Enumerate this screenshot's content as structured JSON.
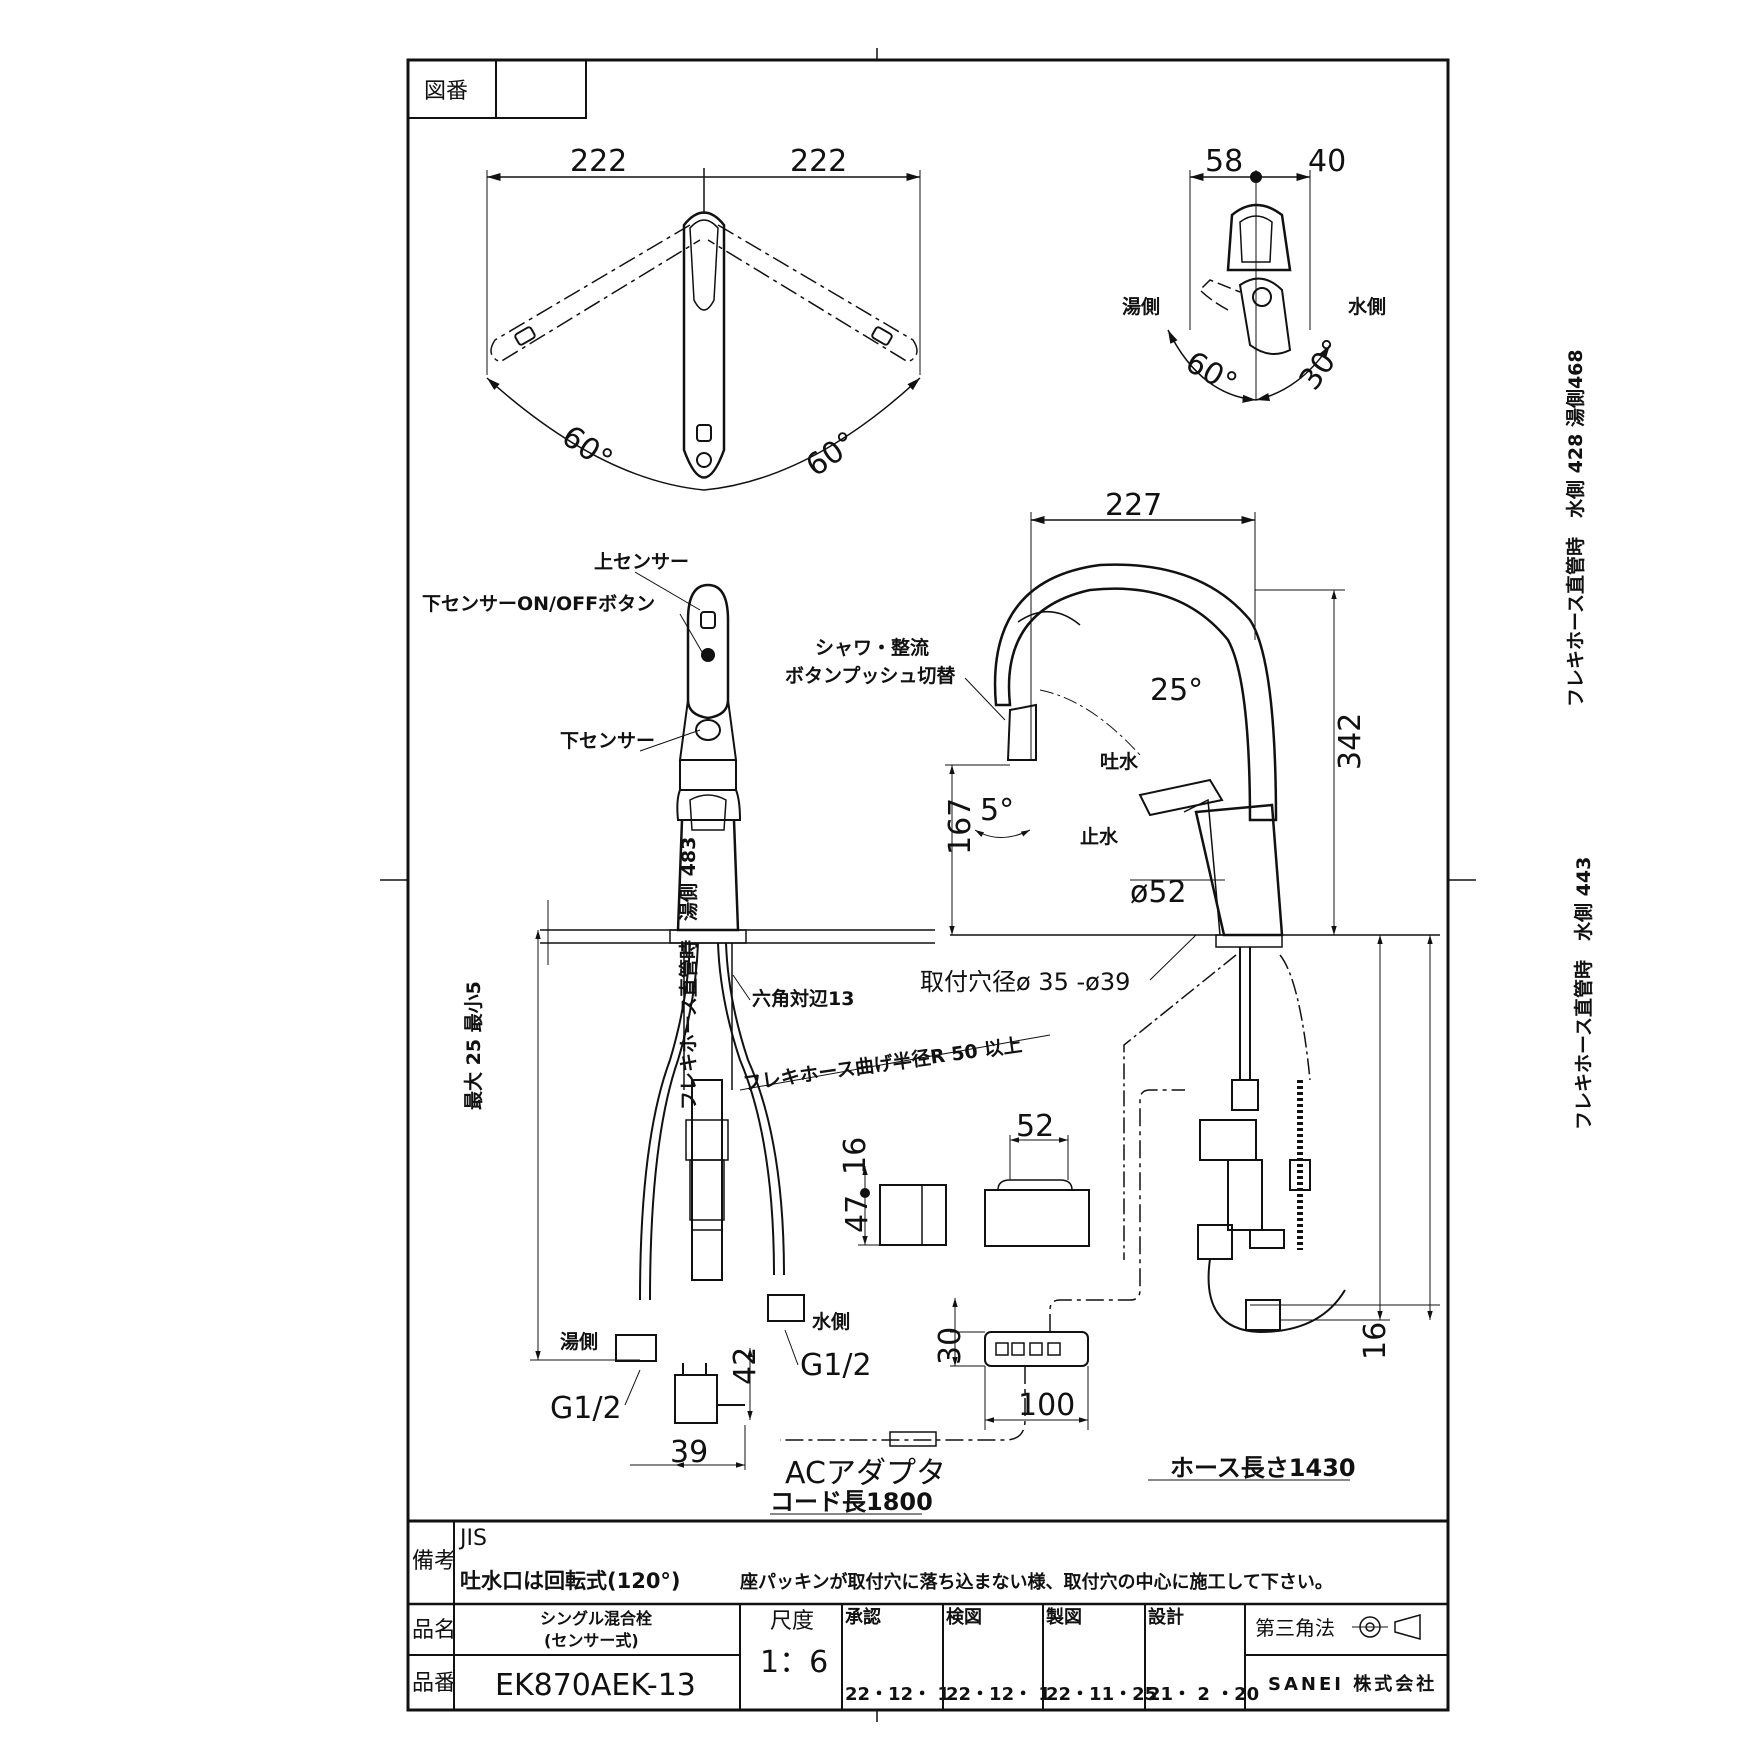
{
  "title_block": {
    "drawing_no_label": "図番",
    "remarks_label": "備考",
    "remark_1": "JIS",
    "remark_2": "吐水口は回転式(120°)",
    "remark_3": "座パッキンが取付穴に落ち込まない様、取付穴の中心に施工して下さい。",
    "name_label": "品名",
    "name_line_1": "シングル混合栓",
    "name_line_2": "(センサー式)",
    "number_label": "品番",
    "product_number": "EK870AEK-13",
    "scale_label": "尺度",
    "scale_value": "1：6",
    "approved_label": "承認",
    "approved_date": "22・12・ 1",
    "checked_label": "検図",
    "checked_date": "22・12・ 1",
    "drawn_label": "製図",
    "drawn_date": "22・11・25",
    "design_label": "設計",
    "design_date": "21・ 2 ・20",
    "projection": "第三角法",
    "company": "SANEI 株式会社"
  },
  "dimensions": {
    "top_left_swing": "222",
    "top_right_swing": "222",
    "swing_angle_left": "60°",
    "swing_angle_right": "60°",
    "lever_hot_width": "58",
    "lever_cold_width": "40",
    "lever_hot_angle": "60°",
    "lever_cold_angle": "30°",
    "reach": "227",
    "spout_height": "342",
    "outlet_height": "167",
    "spout_angle": "25°",
    "spray_angle": "5°",
    "base_diameter": "ø52",
    "hex": "六角対辺13",
    "mount_hole": "取付穴径ø 35 -ø39",
    "hose_bend": "フレキホース曲げ半径R 50 以上",
    "counter_thickness": "最大 25 最小5",
    "left_hose_length": "フレキホース直管時　湯側 483",
    "right_hose_top": "フレキホース直管時　水側 428 湯側468",
    "right_hose_bottom": "フレキホース直管時　水側 443",
    "sensor_box_height_1": "16",
    "sensor_box_height_2": "47",
    "sensor_box_width": "52",
    "controller_height": "30",
    "controller_width": "100",
    "adapter_height": "42",
    "adapter_width": "39",
    "bottom_offset": "16",
    "hose_length": "ホース長さ1430",
    "ac_adapter": "ACアダプタ",
    "cord_length": "コード長1800",
    "thread_left": "G1/2",
    "thread_right": "G1/2"
  },
  "labels": {
    "upper_sensor": "上センサー",
    "lower_sensor_button": "下センサーON/OFFボタン",
    "lower_sensor": "下センサー",
    "shower_1": "シャワ・整流",
    "shower_2": "ボタンプッシュ切替",
    "water_out": "吐水",
    "water_stop": "止水",
    "hot_side": "湯側",
    "cold_side": "水側",
    "hot_side_bottom": "湯側",
    "cold_side_bottom": "水側"
  }
}
